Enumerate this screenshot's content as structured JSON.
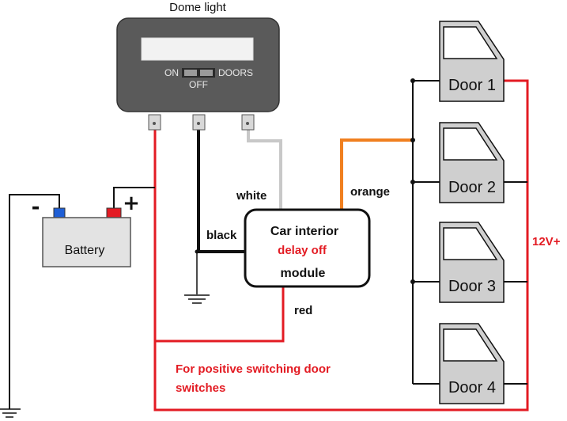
{
  "dome_light": {
    "title": "Dome light",
    "switch_on": "ON",
    "switch_doors": "DOORS",
    "switch_off": "OFF"
  },
  "battery": {
    "label": "Battery",
    "minus": "-",
    "plus": "+"
  },
  "module": {
    "line1": "Car interior",
    "line2": "delay off",
    "line3": "module"
  },
  "wires": {
    "white": "white",
    "black": "black",
    "orange": "orange",
    "red": "red",
    "supply": "12V+"
  },
  "doors": [
    "Door 1",
    "Door 2",
    "Door 3",
    "Door 4"
  ],
  "note": {
    "line1": "For positive switching door",
    "line2": "switches"
  },
  "colors": {
    "red_wire": "#e31b23",
    "black_wire": "#111111",
    "white_wire": "#c8c8c8",
    "orange_wire": "#f07f1f",
    "dome_body": "#5a5a5a",
    "battery_body": "#e3e3e3",
    "door_body": "#cfcfcf",
    "minus_terminal": "#1f5fd6",
    "plus_terminal": "#e31b23"
  }
}
